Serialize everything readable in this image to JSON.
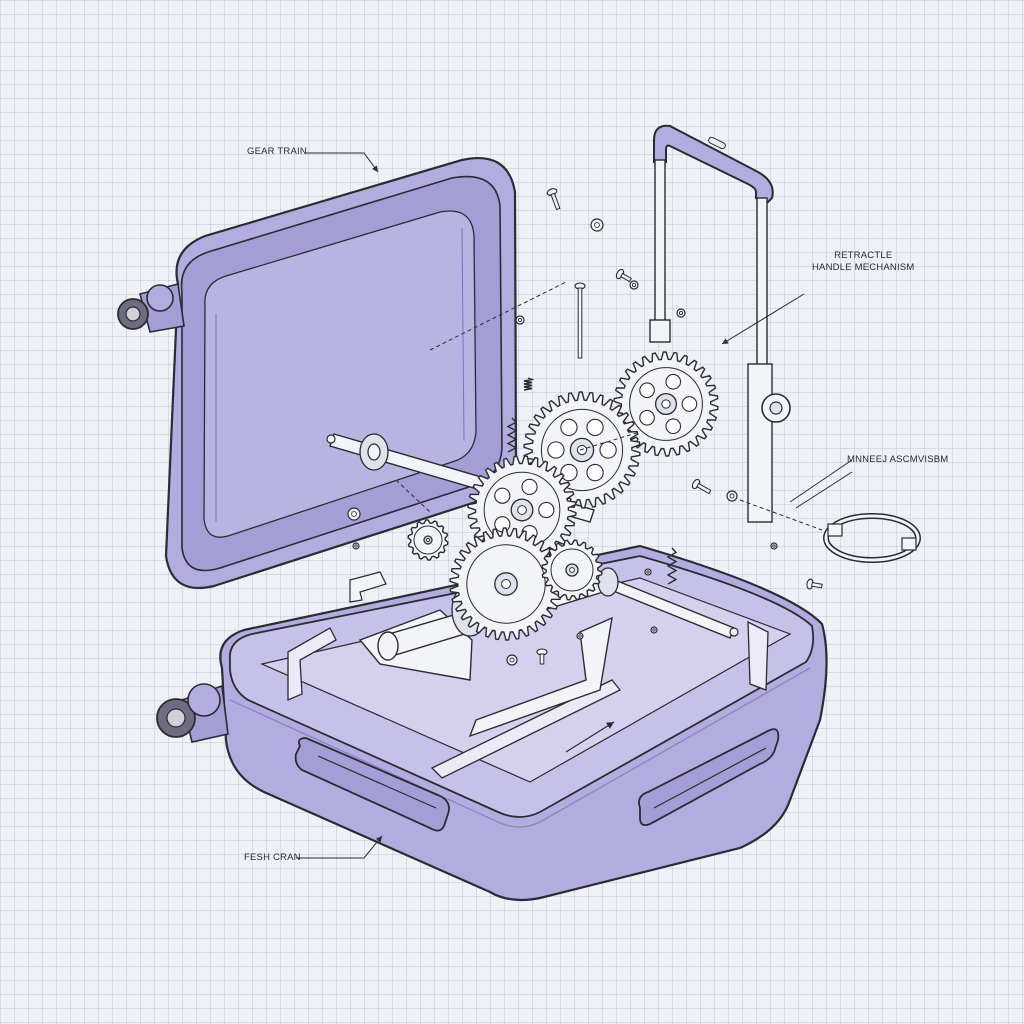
{
  "labels": {
    "gear_train": "GEAR TRAIN",
    "handle_line1": "RETRACTLE",
    "handle_line2": "HANDLE MECHANISM",
    "wheel_mechanism": "MNNEEJ ASCMVISBM",
    "base": "FESH CRAN"
  },
  "colors": {
    "background": "#eef1f5",
    "grid": "#9aa5be",
    "shell": "#b3acdf",
    "shell_dark": "#8c84c4",
    "outline": "#2b2b33",
    "metal": "#f3f4f7"
  }
}
